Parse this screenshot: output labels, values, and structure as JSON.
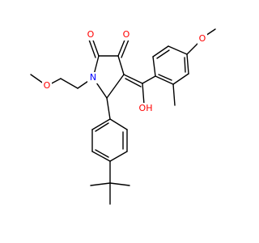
{
  "molecule": {
    "atoms": {
      "o_ketone_top": "O",
      "o_ketone_left": "O",
      "n_ring": "N",
      "o_methoxy_chain": "O",
      "o_hydroxyl": "OH",
      "o_methoxy_aryl": "O"
    },
    "colors": {
      "bond": "#000000",
      "oxygen": "#ff0000",
      "nitrogen": "#0000ff",
      "background": "#ffffff"
    }
  }
}
